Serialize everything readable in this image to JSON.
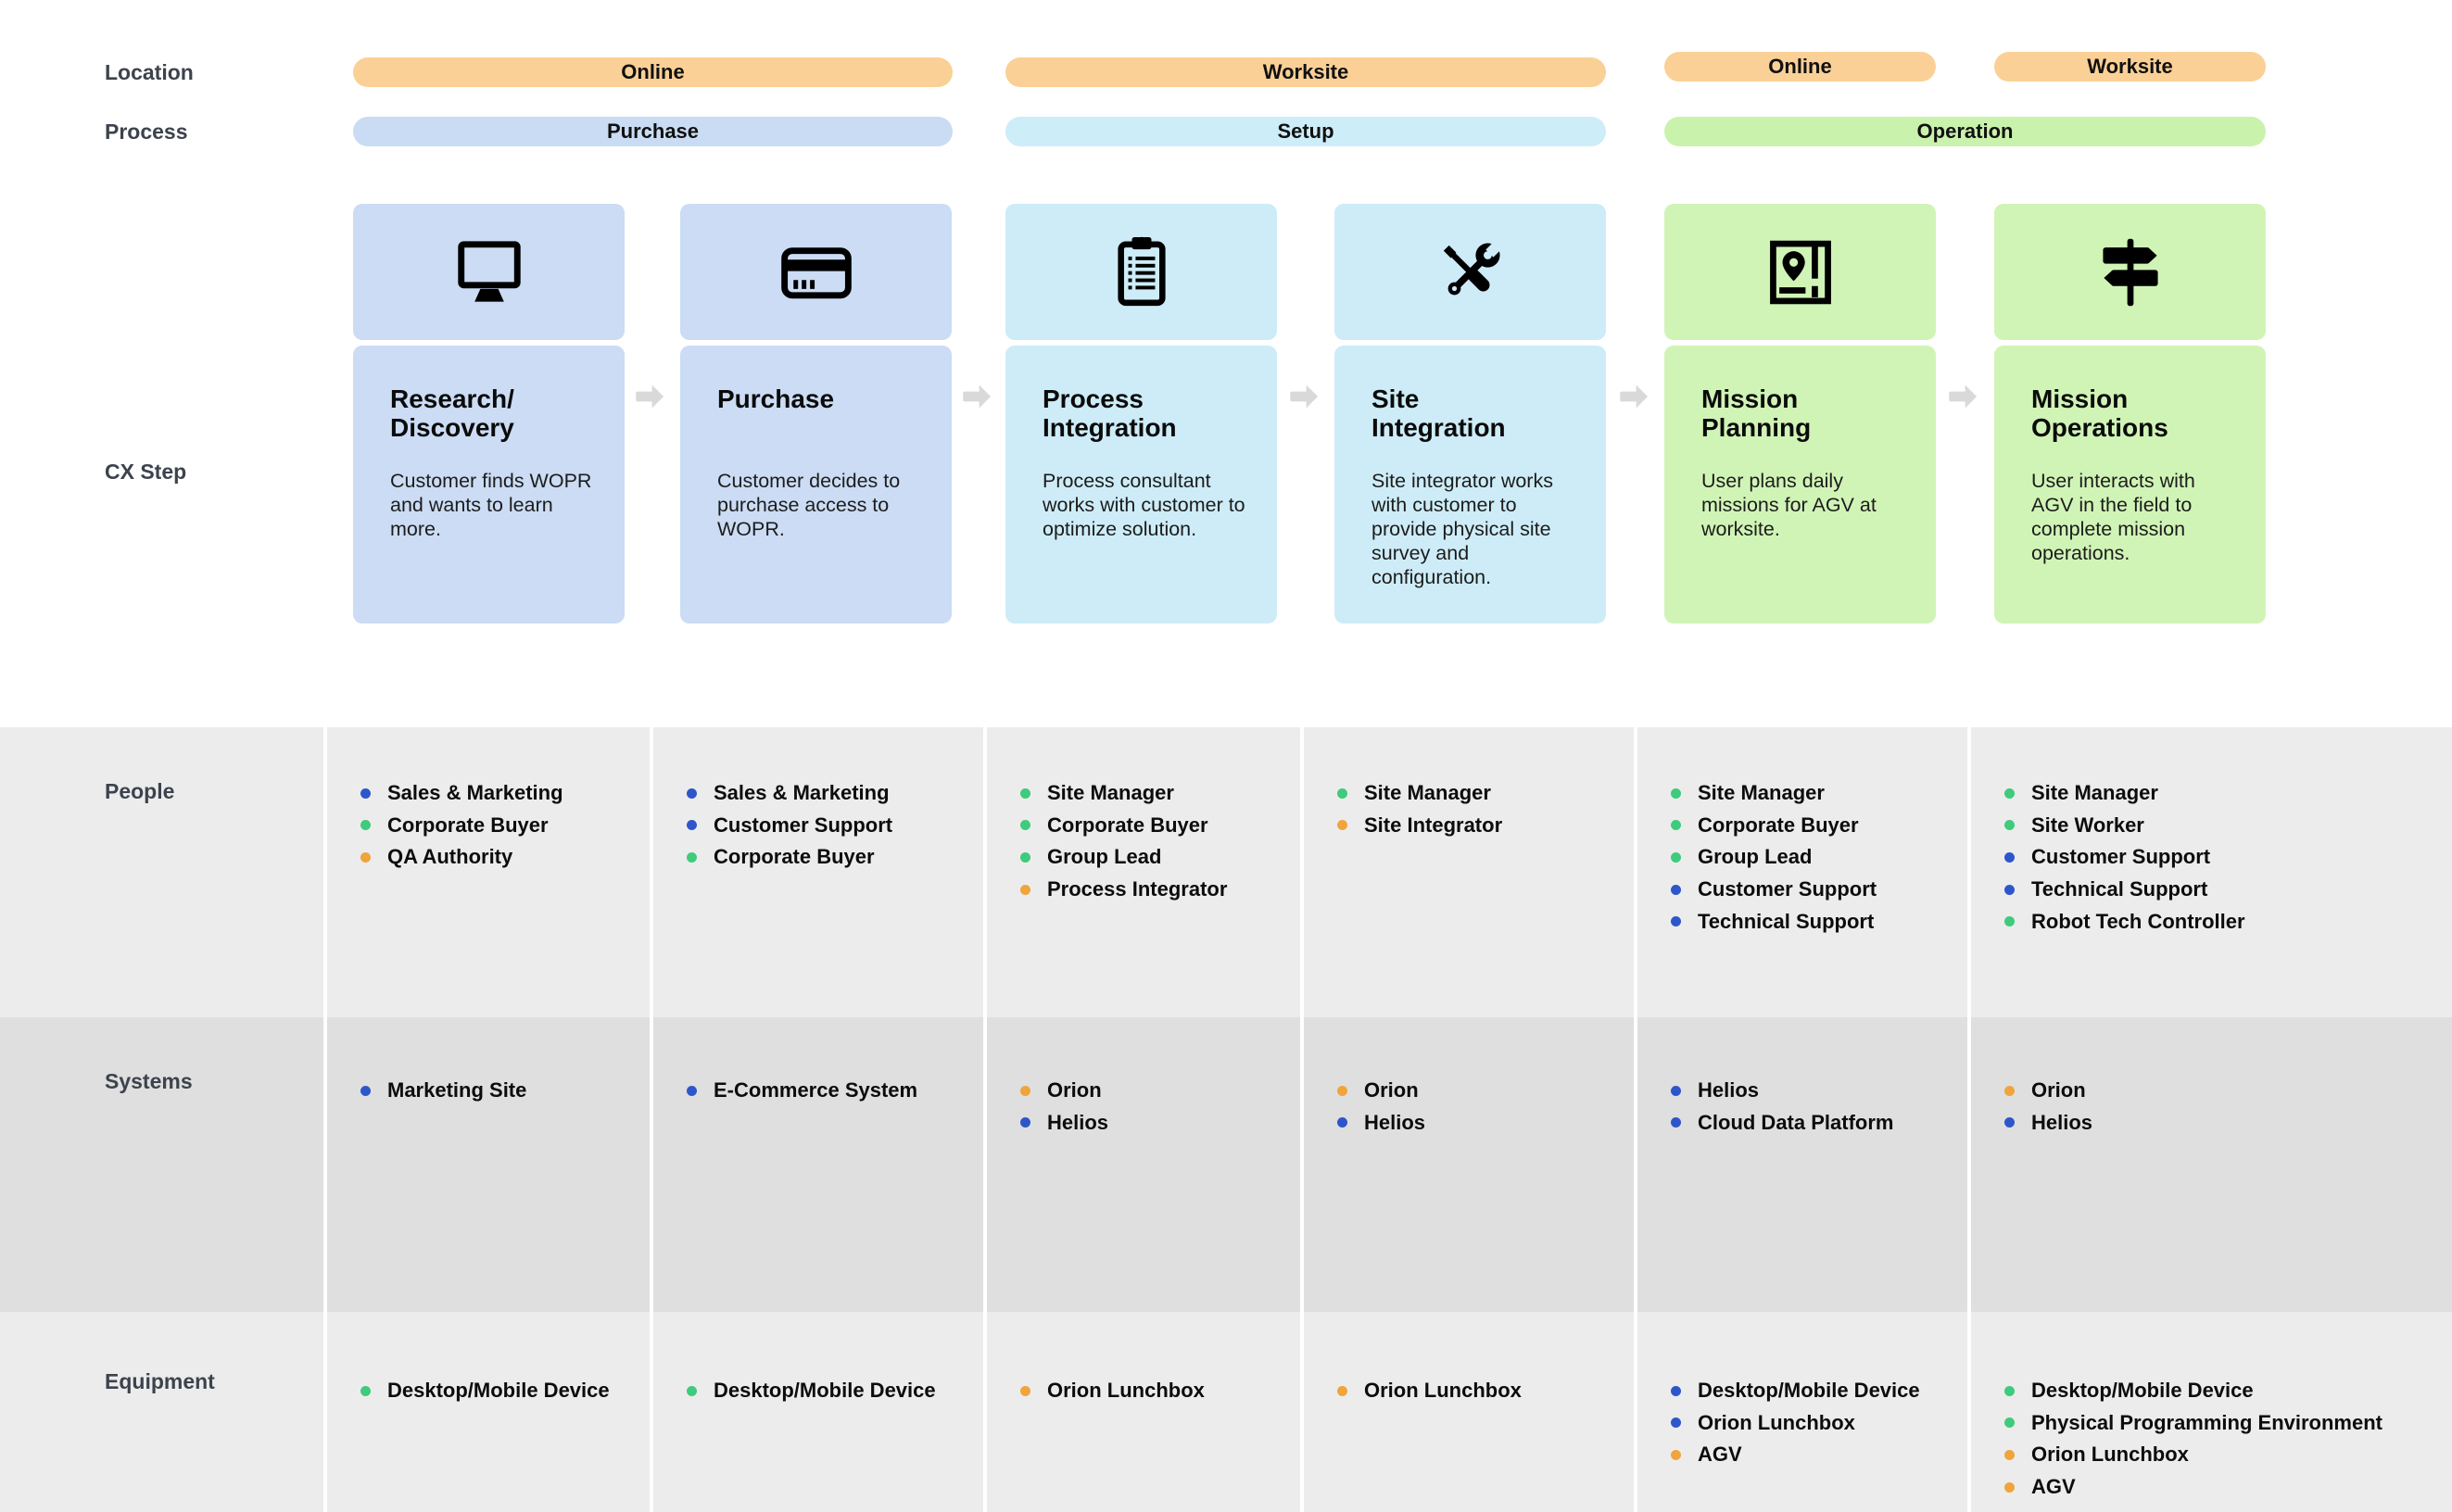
{
  "labels": {
    "location": "Location",
    "process": "Process",
    "cx_step": "CX Step",
    "people": "People",
    "systems": "Systems",
    "equipment": "Equipment"
  },
  "location_pills": [
    {
      "label": "Online"
    },
    {
      "label": "Worksite"
    },
    {
      "label": "Online"
    },
    {
      "label": "Worksite"
    }
  ],
  "process_pills": [
    {
      "label": "Purchase"
    },
    {
      "label": "Setup"
    },
    {
      "label": "Operation"
    }
  ],
  "cards": [
    {
      "title": "Research/\nDiscovery",
      "description": "Customer finds WOPR and wants to learn more.",
      "icon": "monitor-icon"
    },
    {
      "title": "Purchase",
      "description": "Customer decides to purchase access to WOPR.",
      "icon": "credit-card-icon"
    },
    {
      "title": "Process\nIntegration",
      "description": "Process consultant works with customer to optimize solution.",
      "icon": "clipboard-icon"
    },
    {
      "title": "Site\nIntegration",
      "description": "Site integrator works with customer to provide physical site survey and configuration.",
      "icon": "tools-icon"
    },
    {
      "title": "Mission\nPlanning",
      "description": "User plans daily missions for AGV at worksite.",
      "icon": "map-book-icon"
    },
    {
      "title": "Mission\nOperations",
      "description": "User interacts with AGV in the field to complete mission operations.",
      "icon": "signpost-icon"
    }
  ],
  "people": [
    [
      {
        "dot": "blue",
        "label": "Sales & Marketing"
      },
      {
        "dot": "green",
        "label": "Corporate Buyer"
      },
      {
        "dot": "orange",
        "label": "QA Authority"
      }
    ],
    [
      {
        "dot": "blue",
        "label": "Sales & Marketing"
      },
      {
        "dot": "blue",
        "label": "Customer Support"
      },
      {
        "dot": "green",
        "label": "Corporate Buyer"
      }
    ],
    [
      {
        "dot": "green",
        "label": "Site Manager"
      },
      {
        "dot": "green",
        "label": "Corporate Buyer"
      },
      {
        "dot": "green",
        "label": "Group Lead"
      },
      {
        "dot": "orange",
        "label": "Process Integrator"
      }
    ],
    [
      {
        "dot": "green",
        "label": "Site Manager"
      },
      {
        "dot": "orange",
        "label": "Site Integrator"
      }
    ],
    [
      {
        "dot": "green",
        "label": "Site Manager"
      },
      {
        "dot": "green",
        "label": "Corporate Buyer"
      },
      {
        "dot": "green",
        "label": "Group Lead"
      },
      {
        "dot": "blue",
        "label": "Customer Support"
      },
      {
        "dot": "blue",
        "label": "Technical Support"
      }
    ],
    [
      {
        "dot": "green",
        "label": "Site Manager"
      },
      {
        "dot": "green",
        "label": "Site Worker"
      },
      {
        "dot": "blue",
        "label": "Customer Support"
      },
      {
        "dot": "blue",
        "label": "Technical Support"
      },
      {
        "dot": "green",
        "label": "Robot Tech Controller"
      }
    ]
  ],
  "systems": [
    [
      {
        "dot": "blue",
        "label": "Marketing Site"
      }
    ],
    [
      {
        "dot": "blue",
        "label": "E-Commerce System"
      }
    ],
    [
      {
        "dot": "orange",
        "label": "Orion"
      },
      {
        "dot": "blue",
        "label": "Helios"
      }
    ],
    [
      {
        "dot": "orange",
        "label": "Orion"
      },
      {
        "dot": "blue",
        "label": "Helios"
      }
    ],
    [
      {
        "dot": "blue",
        "label": "Helios"
      },
      {
        "dot": "blue",
        "label": "Cloud Data Platform"
      }
    ],
    [
      {
        "dot": "orange",
        "label": "Orion"
      },
      {
        "dot": "blue",
        "label": "Helios"
      }
    ]
  ],
  "equipment": [
    [
      {
        "dot": "green",
        "label": "Desktop/Mobile Device"
      }
    ],
    [
      {
        "dot": "green",
        "label": "Desktop/Mobile Device"
      }
    ],
    [
      {
        "dot": "orange",
        "label": "Orion Lunchbox"
      }
    ],
    [
      {
        "dot": "orange",
        "label": "Orion Lunchbox"
      }
    ],
    [
      {
        "dot": "blue",
        "label": "Desktop/Mobile Device"
      },
      {
        "dot": "blue",
        "label": "Orion Lunchbox"
      },
      {
        "dot": "orange",
        "label": "AGV"
      }
    ],
    [
      {
        "dot": "green",
        "label": "Desktop/Mobile Device"
      },
      {
        "dot": "green",
        "label": "Physical Programming Environment"
      },
      {
        "dot": "orange",
        "label": "Orion Lunchbox"
      },
      {
        "dot": "orange",
        "label": "AGV"
      }
    ]
  ],
  "colors": {
    "bullet_blue": "#2e56cb",
    "bullet_green": "#3ecb7c",
    "bullet_orange": "#f0a43c",
    "pill_location_orange": "#fad096",
    "pill_purchase_blue": "#c9dcf3",
    "pill_setup_cyan": "#cdedf8",
    "pill_operation_green": "#c9f2ac",
    "card_purchase_blue": "#cbdcf4",
    "card_setup_cyan": "#cdecf7",
    "card_operation_green": "#d0f4b6",
    "band_light_gray": "#ececec",
    "band_dark_gray": "#dfdfdf",
    "arrow_gray": "#d9d9d9"
  }
}
